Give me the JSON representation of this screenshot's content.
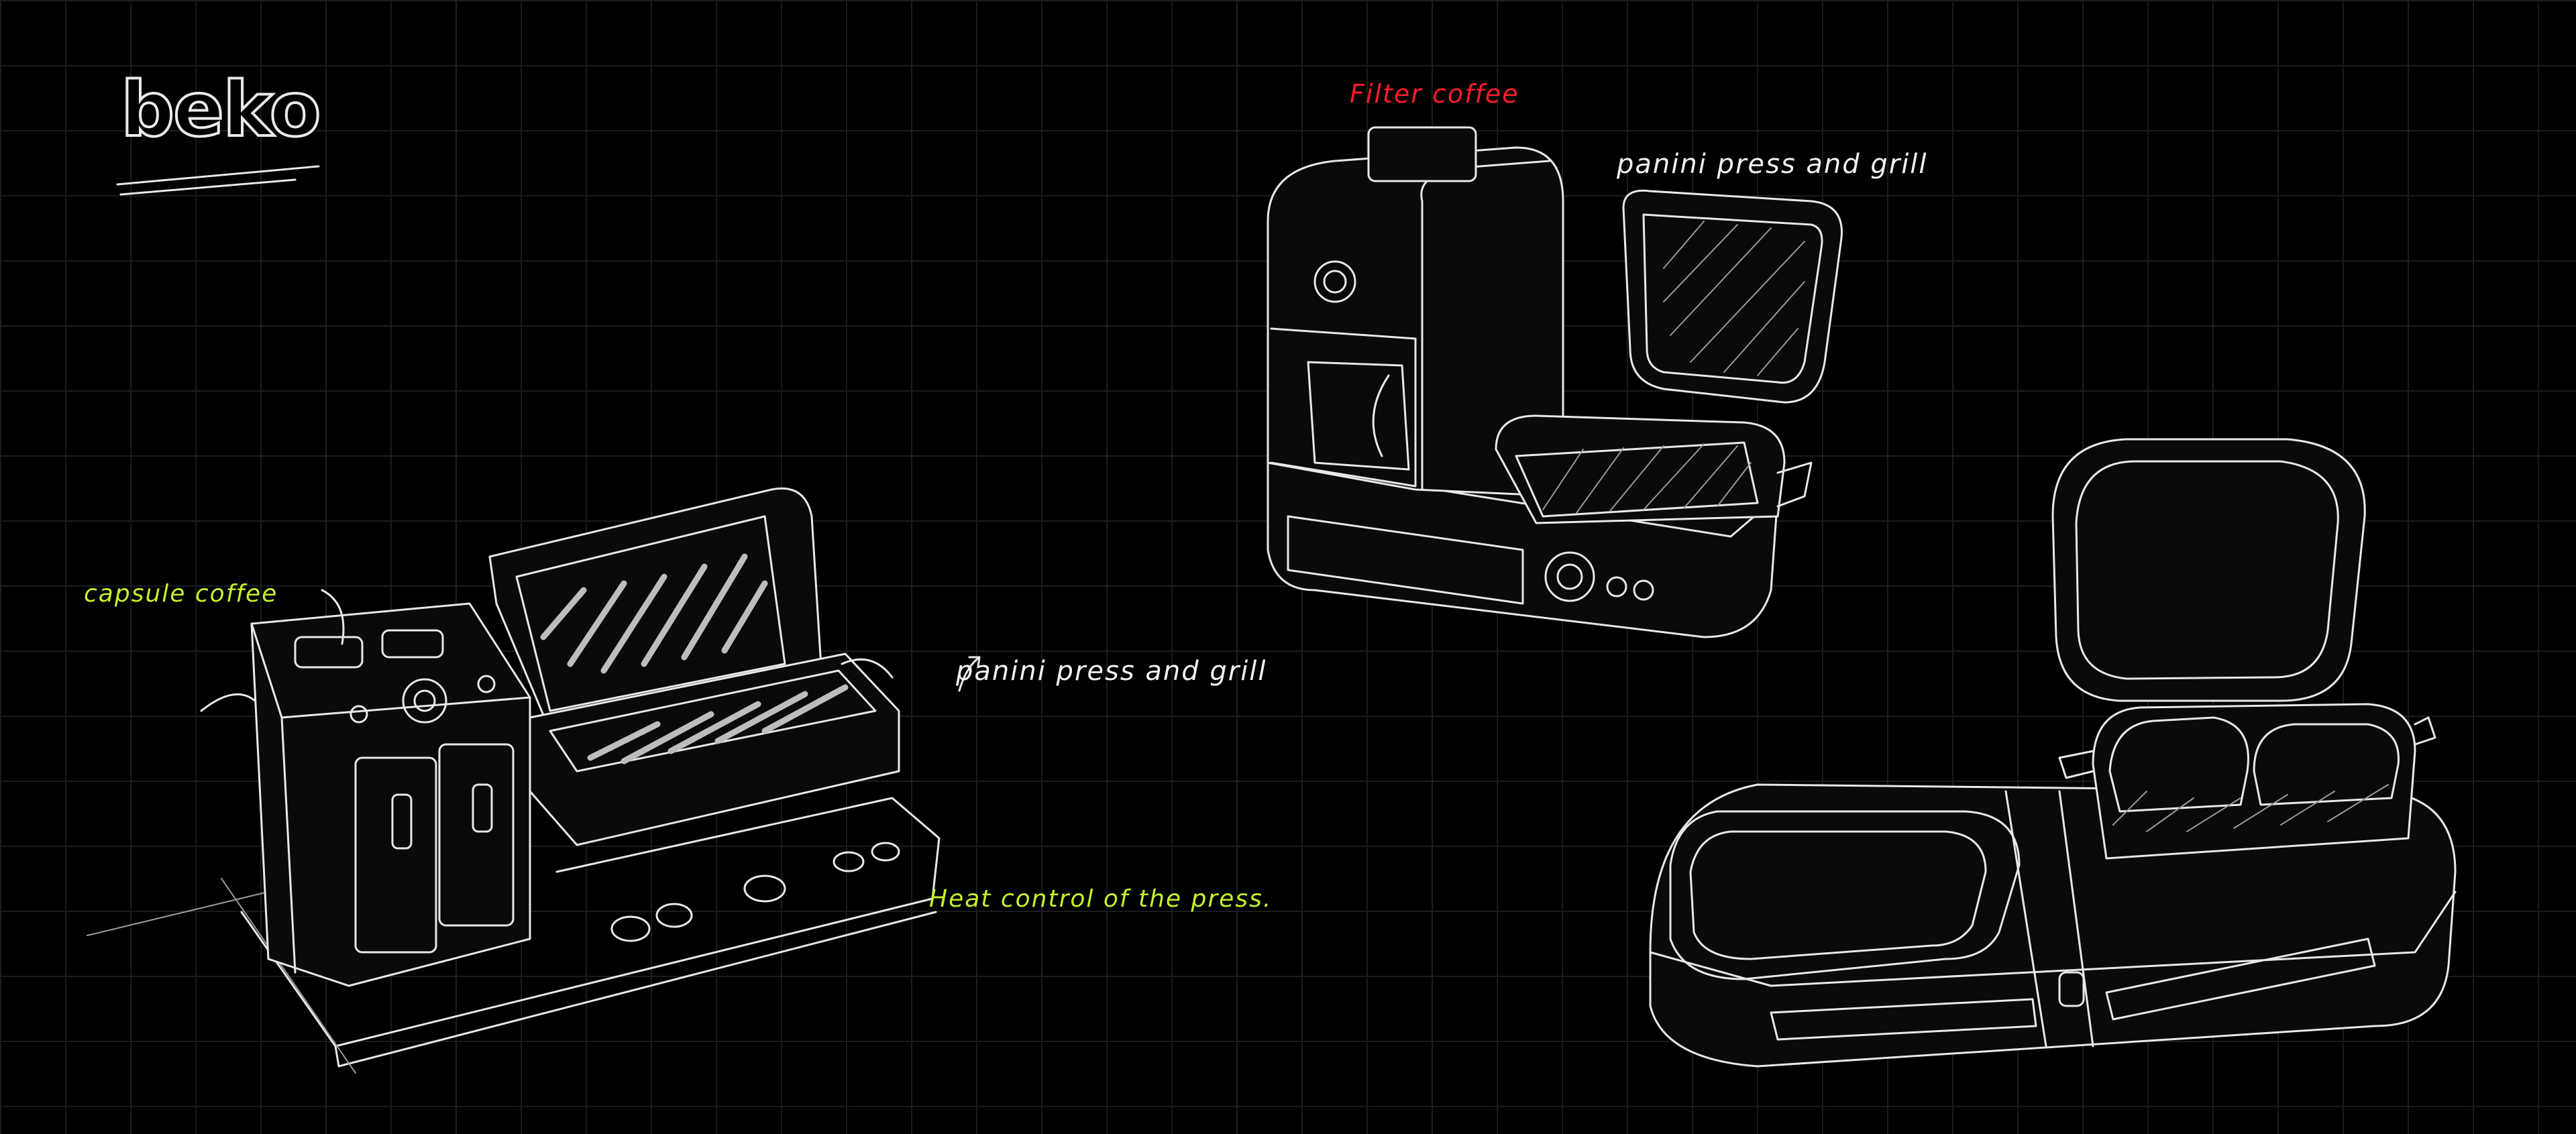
{
  "brand": {
    "logo_text": "beko"
  },
  "annotations": {
    "capsule_coffee": "capsule coffee",
    "panini_left": "panini press and grill",
    "heat_control": "Heat control of the press.",
    "filter_coffee": "Filter coffee",
    "panini_top": "panini press and grill"
  },
  "colors": {
    "background": "#000000",
    "grid": "#1c1c1c",
    "sketch_line": "#e8e8e8",
    "accent_green": "#c6f22a",
    "accent_red": "#ff1b2d"
  }
}
